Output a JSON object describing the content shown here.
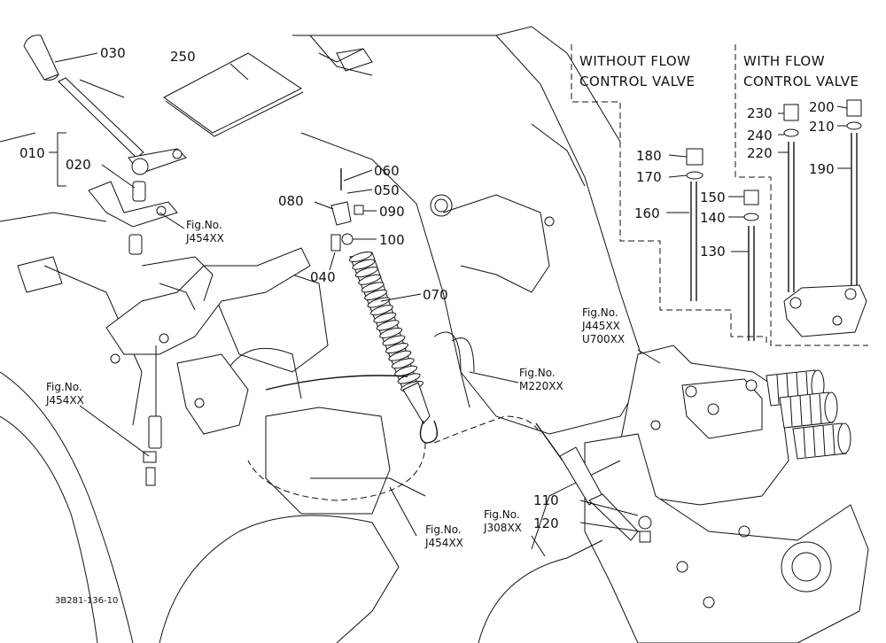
{
  "drawing_code": "3B281-136-10",
  "legend": {
    "without": [
      "WITHOUT FLOW",
      "CONTROL VALVE"
    ],
    "with": [
      "WITH FLOW",
      "CONTROL VALVE"
    ]
  },
  "parts": {
    "p010": "010",
    "p020": "020",
    "p030": "030",
    "p040": "040",
    "p050": "050",
    "p060": "060",
    "p070": "070",
    "p080": "080",
    "p090": "090",
    "p100": "100",
    "p110": "110",
    "p120": "120",
    "p130": "130",
    "p140": "140",
    "p150": "150",
    "p160": "160",
    "p170": "170",
    "p180": "180",
    "p190": "190",
    "p200": "200",
    "p210": "210",
    "p220": "220",
    "p230": "230",
    "p240": "240",
    "p250": "250"
  },
  "refs": {
    "fig_label": "Fig.No.",
    "r1": "J454XX",
    "r2": "J454XX",
    "r3": "J454XX",
    "r4": "M220XX",
    "r5a": "J445XX",
    "r5b": "U700XX",
    "r6": "J308XX"
  }
}
